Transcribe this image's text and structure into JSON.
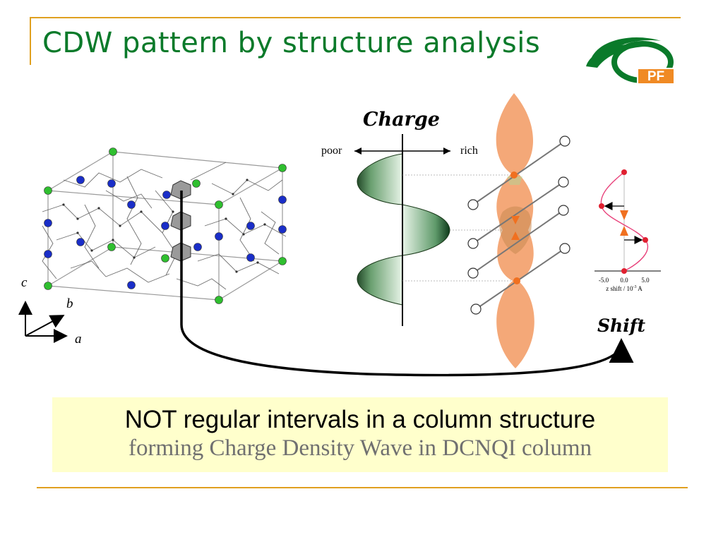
{
  "slide": {
    "title": "CDW pattern by structure analysis",
    "logo_text": "PF"
  },
  "diagram": {
    "charge_label": "Charge",
    "poor_label": "poor",
    "rich_label": "rich",
    "shift_label": "Shift",
    "axis_c": "c",
    "axis_b": "b",
    "axis_a": "a",
    "shift_plot": {
      "tick_labels": [
        "-5.0",
        "0.0",
        "5.0"
      ],
      "xlabel": "z shift / 10",
      "xlabel_exp": "-3",
      "xlabel_unit": " A"
    }
  },
  "caption": {
    "line1": "NOT regular intervals in a column structure",
    "line2": "forming Charge Density Wave in DCNQI column"
  },
  "colors": {
    "title": "#0a7a2a",
    "rule": "#e0a020",
    "caption_bg": "#ffffcc",
    "orbital": "#f4a878",
    "atom_green": "#2fbf2f",
    "atom_blue": "#1a2ec8",
    "shift_curve": "#e8407a"
  }
}
